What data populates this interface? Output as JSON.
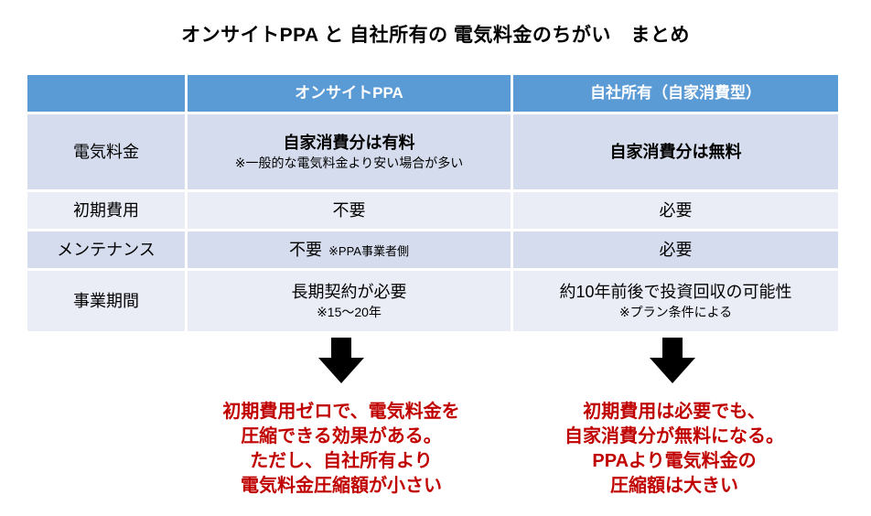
{
  "title": "オンサイトPPA と 自社所有の 電気料金のちがい　まとめ",
  "colors": {
    "header_bg": "#5B9BD5",
    "header_text": "#FFFFFF",
    "row_band_dark": "#D5DCED",
    "row_band_light": "#EAEDF6",
    "conclusion_red": "#C00000",
    "arrow_black": "#000000"
  },
  "table": {
    "headers": [
      "",
      "オンサイトPPA",
      "自社所有（自家消費型）"
    ],
    "rows": [
      {
        "label": "電気料金",
        "ppa": {
          "main": "自家消費分は有料",
          "note": "※一般的な電気料金より安い場合が多い"
        },
        "own": {
          "main": "自家消費分は無料"
        }
      },
      {
        "label": "初期費用",
        "ppa": {
          "main": "不要"
        },
        "own": {
          "main": "必要"
        }
      },
      {
        "label": "メンテナンス",
        "ppa": {
          "main": "不要",
          "note": "※PPA事業者側"
        },
        "own": {
          "main": "必要"
        }
      },
      {
        "label": "事業期間",
        "ppa": {
          "main": "長期契約が必要",
          "note": "※15～20年"
        },
        "own": {
          "main": "約10年前後で投資回収の可能性",
          "note": "※プラン条件による"
        }
      }
    ]
  },
  "conclusions": {
    "ppa_lines": [
      "初期費用ゼロで、電気料金を",
      "圧縮できる効果がある。",
      "ただし、自社所有より",
      "電気料金圧縮額が小さい"
    ],
    "own_lines": [
      "初期費用は必要でも、",
      "自家消費分が無料になる。",
      "PPAより電気料金の",
      "圧縮額は大きい"
    ]
  }
}
